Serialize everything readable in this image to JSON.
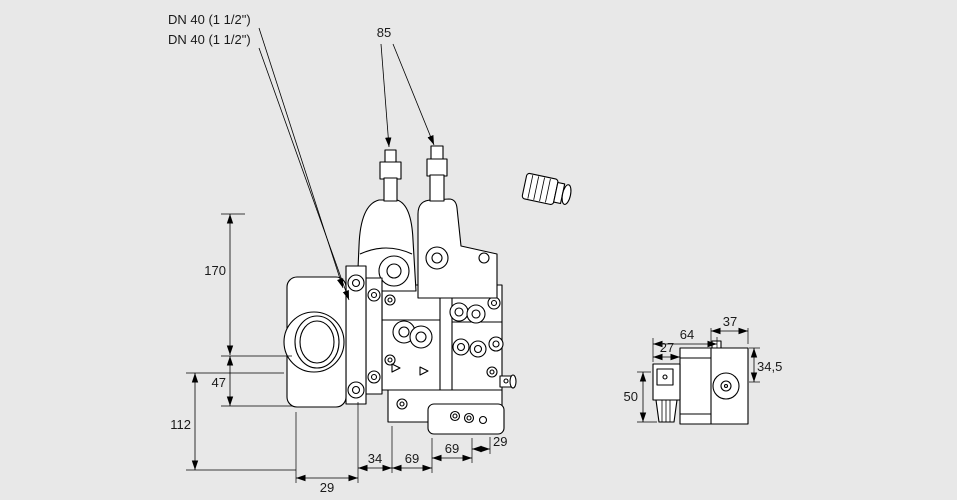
{
  "page": {
    "background": "#e8e8e8",
    "line_color": "#000000",
    "fill_color": "#ffffff"
  },
  "labels": {
    "dn_line1": "DN 40 (1 1/2\")",
    "dn_line2": "DN 40 (1 1/2\")",
    "dim_85": "85",
    "dim_170": "170",
    "dim_47": "47",
    "dim_112": "112",
    "dim_29_bottom_left": "29",
    "dim_34": "34",
    "dim_69_left": "69",
    "dim_69_right": "69",
    "dim_29_bottom_right": "29",
    "dim_27": "27",
    "dim_64": "64",
    "dim_37": "37",
    "dim_34_5": "34,5",
    "dim_50": "50"
  }
}
